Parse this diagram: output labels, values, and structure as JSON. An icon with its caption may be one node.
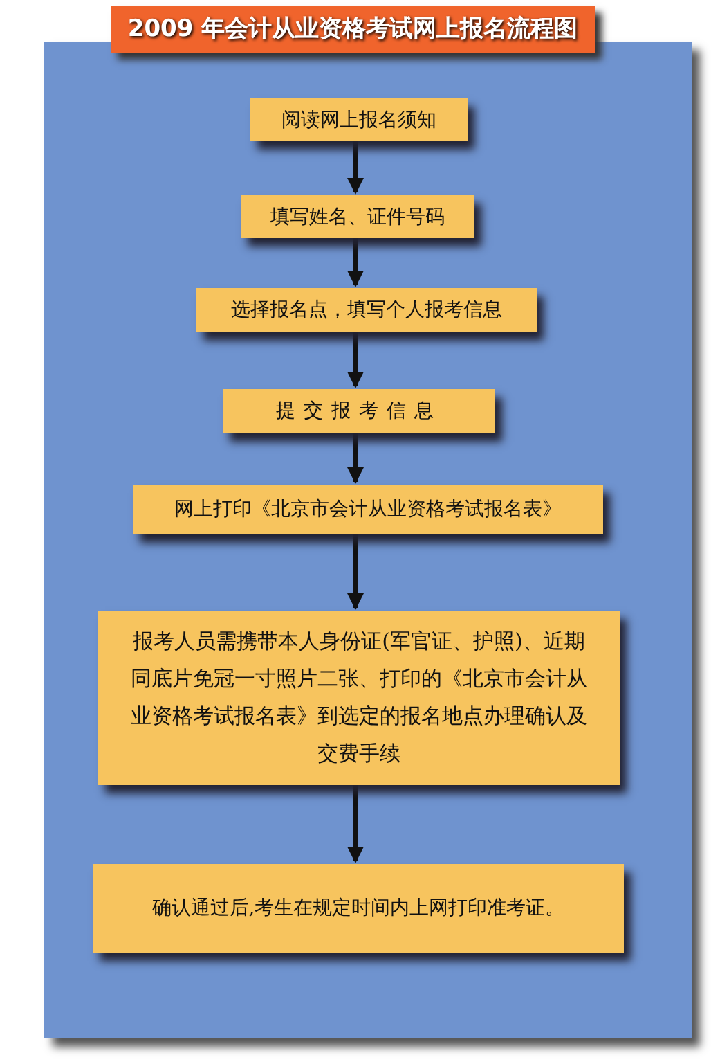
{
  "diagram": {
    "title": "2009 年会计从业资格考试网上报名流程图",
    "nodes": [
      {
        "text": [
          "阅读网上报名须知"
        ]
      },
      {
        "text": [
          "填写姓名、证件号码"
        ]
      },
      {
        "text": [
          "选择报名点，填写个人报考信息"
        ]
      },
      {
        "text": [
          "提交报考信息"
        ]
      },
      {
        "text": [
          "网上打印《北京市会计从业资格考试报名表》"
        ]
      },
      {
        "text": [
          "报考人员需携带本人身份证(军官证、护照)、近期同底片免冠一寸照片二张、打印的《北京市会计从业资格考试报名表》到选定的报名地点办理确认及交费手续"
        ]
      },
      {
        "text": [
          "确认通过后,考生在规定时间内上网打印准考证。"
        ]
      }
    ],
    "edges": [
      {
        "from": 0,
        "to": 1,
        "arrow": "to"
      },
      {
        "from": 1,
        "to": 2,
        "arrow": "to"
      },
      {
        "from": 2,
        "to": 3,
        "arrow": "to"
      },
      {
        "from": 3,
        "to": 4,
        "arrow": "to"
      },
      {
        "from": 4,
        "to": 5,
        "arrow": "to"
      },
      {
        "from": 5,
        "to": 6,
        "arrow": "to"
      }
    ]
  }
}
